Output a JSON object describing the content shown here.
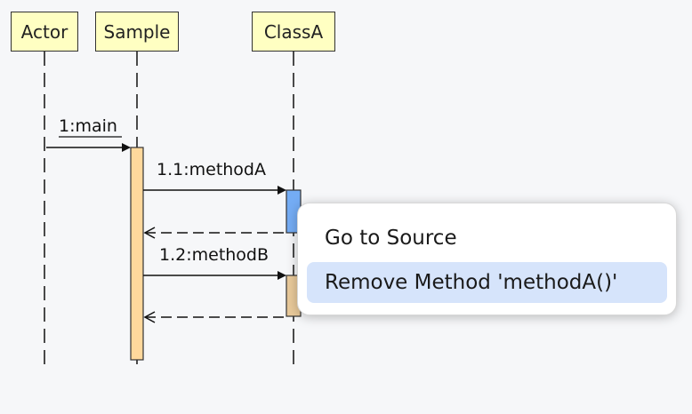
{
  "diagram": {
    "lifelines": [
      {
        "name": "Actor"
      },
      {
        "name": "Sample"
      },
      {
        "name": "ClassA"
      }
    ],
    "messages": [
      {
        "label": "1:main"
      },
      {
        "label": "1.1:methodA"
      },
      {
        "label": "1.2:methodB"
      }
    ]
  },
  "context_menu": {
    "items": [
      {
        "label": "Go to Source"
      },
      {
        "label": "Remove Method 'methodA()'"
      }
    ]
  },
  "colors": {
    "lifeline_fill": "#ffffc2",
    "activation_sample": "#ffd89c",
    "activation_methodA": "#74acf4",
    "activation_methodB": "#e8c99a",
    "menu_highlight": "#d6e4fb"
  }
}
